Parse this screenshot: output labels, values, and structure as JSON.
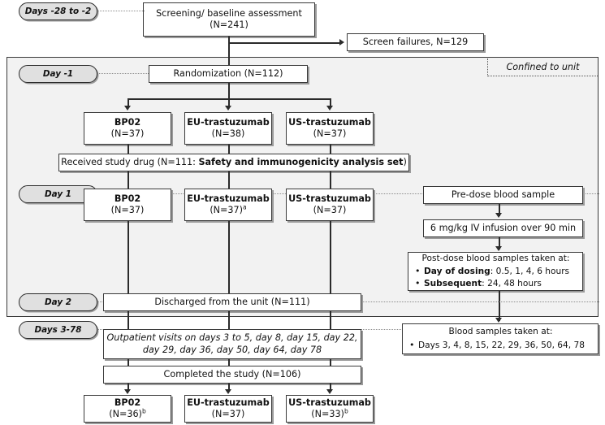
{
  "diagram": {
    "title": "Clinical trial participant flow diagram",
    "confined_label": "Confined to unit",
    "colors": {
      "phase_fill": "#f2f2f2",
      "pill_fill": "#e0e0e0",
      "line": "#2b2b2b",
      "box_border": "#3a3a3a",
      "shadow": "#9a9a9a"
    }
  },
  "phase_labels": {
    "screening": "Days -28 to -2",
    "day_minus1": "Day -1",
    "day1": "Day 1",
    "day2": "Day 2",
    "days3_78": "Days 3-78"
  },
  "nodes": {
    "screening": {
      "line1": "Screening/ baseline assessment",
      "line2": "(N=241)"
    },
    "screen_failures": {
      "line1": "Screen failures, N=129"
    },
    "randomization": {
      "line1": "Randomization (N=112)"
    },
    "received_drug": {
      "prefix": "Received study drug (N=111: ",
      "bold": "Safety and immunogenicity analysis set",
      "suffix": ")"
    },
    "discharged": {
      "line1": "Discharged from the unit (N=111)"
    },
    "outpatient": {
      "line1": "Outpatient visits on days 3 to 5, day 8, day 15, day 22,",
      "line2": "day 29, day 36, day 50, day 64, day 78"
    },
    "completed": {
      "line1": "Completed the study (N=106)"
    },
    "predose": {
      "line1": "Pre-dose blood sample"
    },
    "infusion": {
      "line1": "6 mg/kg IV infusion over 90 min"
    },
    "postdose": {
      "header": "Post-dose blood samples taken at:",
      "bullets": [
        {
          "bold": "Day of dosing",
          "rest": ": 0.5, 1, 4, 6 hours"
        },
        {
          "bold": "Subsequent",
          "rest": ": 24, 48 hours"
        }
      ]
    },
    "blood_samples": {
      "header": "Blood samples taken at:",
      "bullets": [
        {
          "bold": "",
          "rest": "Days 3, 4, 8, 15, 22, 29, 36, 50, 64, 78"
        }
      ]
    }
  },
  "arms": {
    "randomized": [
      {
        "name": "BP02",
        "n": "(N=37)",
        "sup": ""
      },
      {
        "name": "EU-trastuzumab",
        "n": "(N=38)",
        "sup": ""
      },
      {
        "name": "US-trastuzumab",
        "n": "(N=37)",
        "sup": ""
      }
    ],
    "day1": [
      {
        "name": "BP02",
        "n": "(N=37)",
        "sup": ""
      },
      {
        "name": "EU-trastuzumab",
        "n": "(N=37)",
        "sup": "a"
      },
      {
        "name": "US-trastuzumab",
        "n": "(N=37)",
        "sup": ""
      }
    ],
    "completed": [
      {
        "name": "BP02",
        "n": "(N=36)",
        "sup": "b"
      },
      {
        "name": "EU-trastuzumab",
        "n": "(N=37)",
        "sup": ""
      },
      {
        "name": "US-trastuzumab",
        "n": "(N=33)",
        "sup": "b"
      }
    ]
  }
}
